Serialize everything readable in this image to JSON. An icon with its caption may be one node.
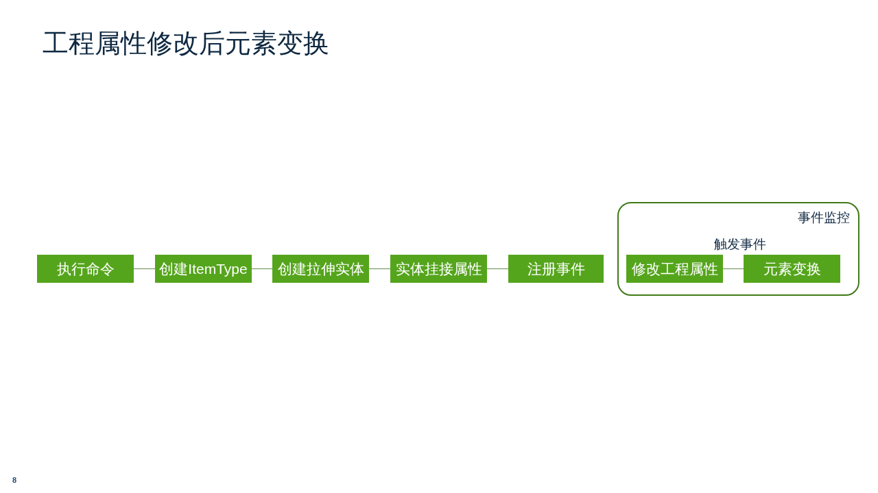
{
  "diagram": {
    "title": "工程属性修改后元素变换",
    "nodes": [
      {
        "text": [
          "执行命令"
        ]
      },
      {
        "text": [
          "创建ItemType"
        ]
      },
      {
        "text": [
          "创建拉伸实体"
        ]
      },
      {
        "text": [
          "实体挂接属性"
        ]
      },
      {
        "text": [
          "注册事件"
        ]
      },
      {
        "text": [
          "事件监控",
          "触发事件"
        ]
      },
      {
        "text": [
          "修改工程属性"
        ],
        "in": 5
      },
      {
        "text": [
          "元素变换"
        ],
        "in": 5
      }
    ],
    "edges": [
      {
        "from": 0,
        "to": 1,
        "arrow": "none"
      },
      {
        "from": 1,
        "to": 2,
        "arrow": "none"
      },
      {
        "from": 2,
        "to": 3,
        "arrow": "none"
      },
      {
        "from": 3,
        "to": 4,
        "arrow": "none"
      },
      {
        "from": 6,
        "to": 7,
        "arrow": "none"
      }
    ],
    "labels": [
      "8"
    ]
  }
}
